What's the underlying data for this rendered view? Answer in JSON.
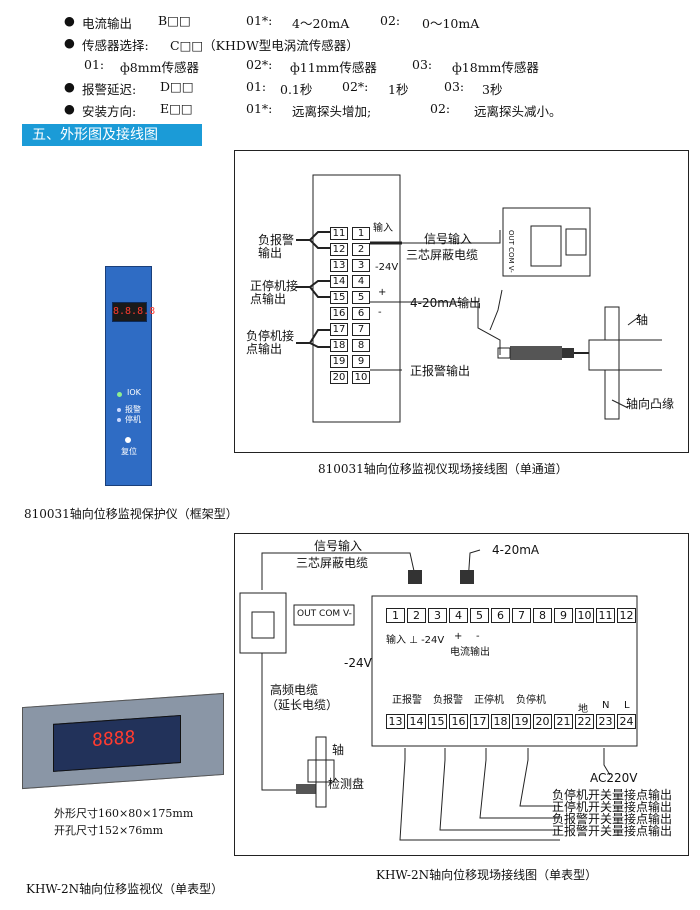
{
  "options": [
    {
      "bullet": "●",
      "name": "电流输出",
      "code": "B□□",
      "c1": "01*:",
      "v1": "4～20mA",
      "c2": "02:",
      "v2": "0～10mA"
    },
    {
      "bullet": "●",
      "name": "传感器选择:",
      "code": "C□□（KHDW型电涡流传感器）"
    },
    {
      "c1": "01:",
      "v1": "ф8mm传感器",
      "c2": "02*:",
      "v2": "ф11mm传感器",
      "c3": "03:",
      "v3": "ф18mm传感器"
    },
    {
      "bullet": "●",
      "name": "报警延迟:",
      "code": "D□□",
      "c1": "01:",
      "v1": "0.1秒",
      "c2": "02*:",
      "v2": "1秒",
      "c3": "03:",
      "v3": "3秒"
    },
    {
      "bullet": "●",
      "name": "安装方向:",
      "code": "E□□",
      "c1": "01*:",
      "v1": "远离探头增加;",
      "c2": "02:",
      "v2": "远离探头减小。"
    }
  ],
  "section_title": "五、外形图及接线图",
  "rack": {
    "caption": "810031轴向位移监视保护仪（框架型）",
    "display": "8.8.8.8",
    "ok": "IOK",
    "alarm": "报警",
    "stop": "停机",
    "reset": "复位"
  },
  "diagram1": {
    "caption": "810031轴向位移监视仪现场接线图（单通道）",
    "left_terminals": [
      "11",
      "12",
      "13",
      "14",
      "15",
      "16",
      "17",
      "18",
      "19",
      "20"
    ],
    "right_terminals": [
      "1",
      "2",
      "3",
      "4",
      "5",
      "6",
      "7",
      "8",
      "9",
      "10"
    ],
    "labels": {
      "neg_alarm": "负报警\n输出",
      "pos_stop": "正停机接\n点输出",
      "neg_stop": "负停机接\n点输出",
      "input": "输入",
      "minus24": "-24V",
      "plus": "+",
      "minus": "-",
      "signal": "信号输入",
      "cable": "三芯屏蔽电缆",
      "ma": "4-20mA输出",
      "pos_alarm": "正报警输出",
      "shaft": "轴",
      "flange": "轴向凸缘",
      "conv": "OUT COM V-"
    }
  },
  "meter": {
    "display": "8888",
    "dims": "外形尺寸160×80×175mm",
    "cutout": "开孔尺寸152×76mm",
    "caption": "KHW-2N轴向位移监视仪（单表型）"
  },
  "diagram2": {
    "caption": "KHW-2N轴向位移现场接线图（单表型）",
    "top_terminals": [
      "1",
      "2",
      "3",
      "4",
      "5",
      "6",
      "7",
      "8",
      "9",
      "10",
      "11",
      "12"
    ],
    "bottom_terminals": [
      "13",
      "14",
      "15",
      "16",
      "17",
      "18",
      "19",
      "20",
      "21",
      "22",
      "23",
      "24"
    ],
    "labels": {
      "signal": "信号输入",
      "cable": "三芯屏蔽电缆",
      "ma": "4-20mA",
      "conv": "OUT COM V-",
      "minus24": "-24V",
      "input": "输入 ⊥ -24V",
      "current": "电流输出",
      "plus": "+",
      "minus": "-",
      "hf": "高频电缆",
      "ext": "（延长电缆）",
      "shaft": "轴",
      "disc": "检测盘",
      "pos_alarm": "正报警",
      "neg_alarm": "负报警",
      "pos_stop": "正停机",
      "neg_stop": "负停机",
      "ground": "地",
      "N": "N",
      "L": "L",
      "ac": "AC220V",
      "out1": "负停机开关量接点输出",
      "out2": "正停机开关量接点输出",
      "out3": "负报警开关量接点输出",
      "out4": "正报警开关量接点输出"
    }
  }
}
